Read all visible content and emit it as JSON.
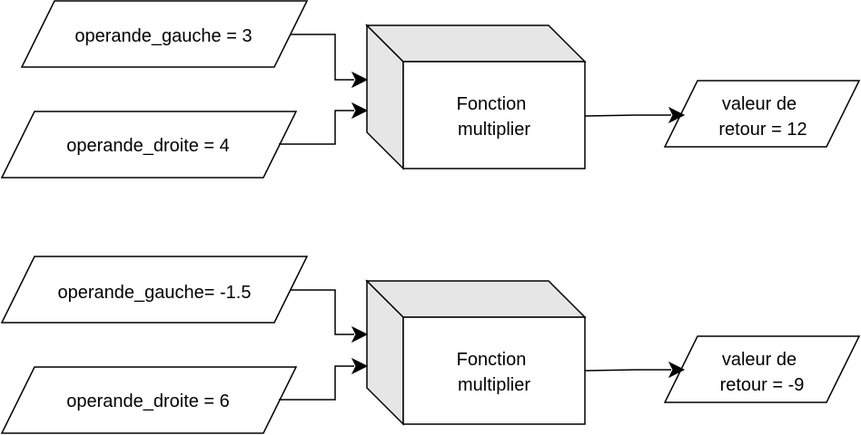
{
  "diagram": {
    "top": {
      "left_operand": "operande_gauche = 3",
      "right_operand": "operande_droite = 4",
      "function_line1": "Fonction",
      "function_line2": "multiplier",
      "result_line1": "valeur de",
      "result_line2": "retour = 12"
    },
    "bottom": {
      "left_operand": "operande_gauche= -1.5",
      "right_operand": "operande_droite = 6",
      "function_line1": "Fonction",
      "function_line2": "multiplier",
      "result_line1": "valeur de",
      "result_line2": "retour = -9"
    }
  }
}
